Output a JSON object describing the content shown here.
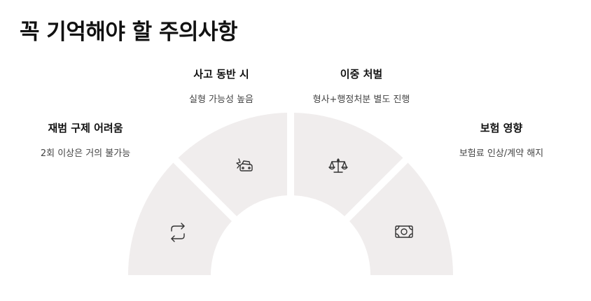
{
  "title": "꼭 기억해야 할 주의사항",
  "segments": [
    {
      "heading": "재범 구제 어려움",
      "description": "2회 이상은 거의 불가능",
      "icon": "repeat-icon"
    },
    {
      "heading": "사고 동반 시",
      "description": "실형 가능성 높음",
      "icon": "car-crash-icon"
    },
    {
      "heading": "이중 처벌",
      "description": "형사+행정처분 별도 진행",
      "icon": "scales-icon"
    },
    {
      "heading": "보험 영향",
      "description": "보험료 인상/계약 해지",
      "icon": "money-bill-icon"
    }
  ],
  "colors": {
    "segment_fill": "#f0eded",
    "icon_stroke": "#333333",
    "text": "#111111",
    "subtext": "#444444"
  }
}
